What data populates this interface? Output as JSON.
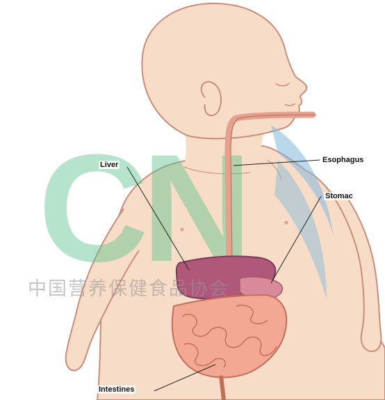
{
  "labels": {
    "liver": "Liver",
    "esophagus": "Esophagus",
    "stomach": "Stomac",
    "intestines": "Intestines"
  },
  "watermark": {
    "logo": "CN",
    "text": "中国营养保健食品协会"
  },
  "colors": {
    "skin": "#f7dcc7",
    "outline": "#c98c7c",
    "liver": "#b0587a",
    "intestine": "#f2a892",
    "esophagus": "#e6a08e",
    "watermark_green": "#5cc28b",
    "watermark_blue": "#7fb8dd"
  }
}
